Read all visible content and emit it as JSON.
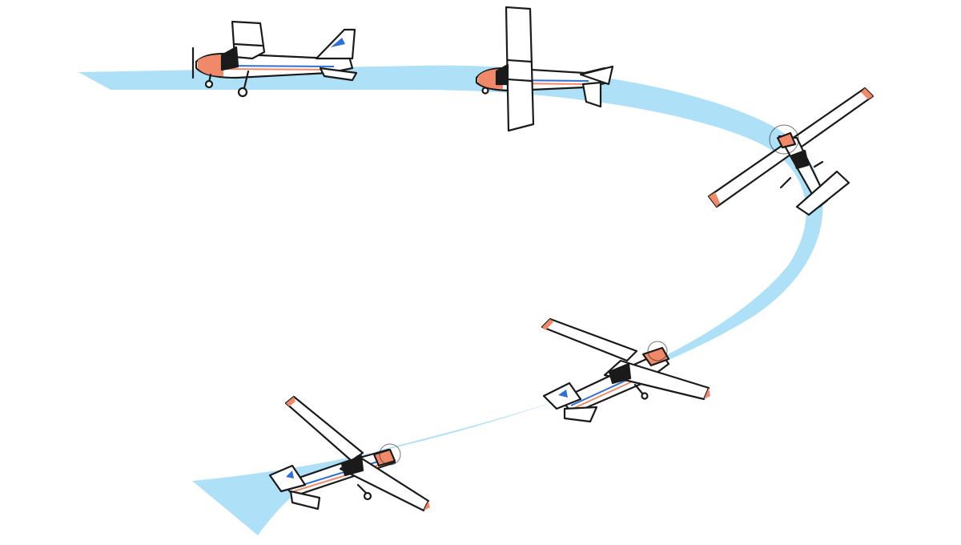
{
  "illustration": {
    "subject": "",
    "colors": {
      "path": "#aee0f7",
      "accent": "#f0896a",
      "outline": "#1a1a1a",
      "airframe": "#ffffff",
      "stripe": "#2f6fd6"
    },
    "aircraft": [
      {
        "id": "plane-1",
        "view": "side"
      },
      {
        "id": "plane-2",
        "view": "side-banked"
      },
      {
        "id": "plane-3",
        "view": "top"
      },
      {
        "id": "plane-4",
        "view": "three-quarter"
      },
      {
        "id": "plane-5",
        "view": "three-quarter"
      }
    ]
  }
}
